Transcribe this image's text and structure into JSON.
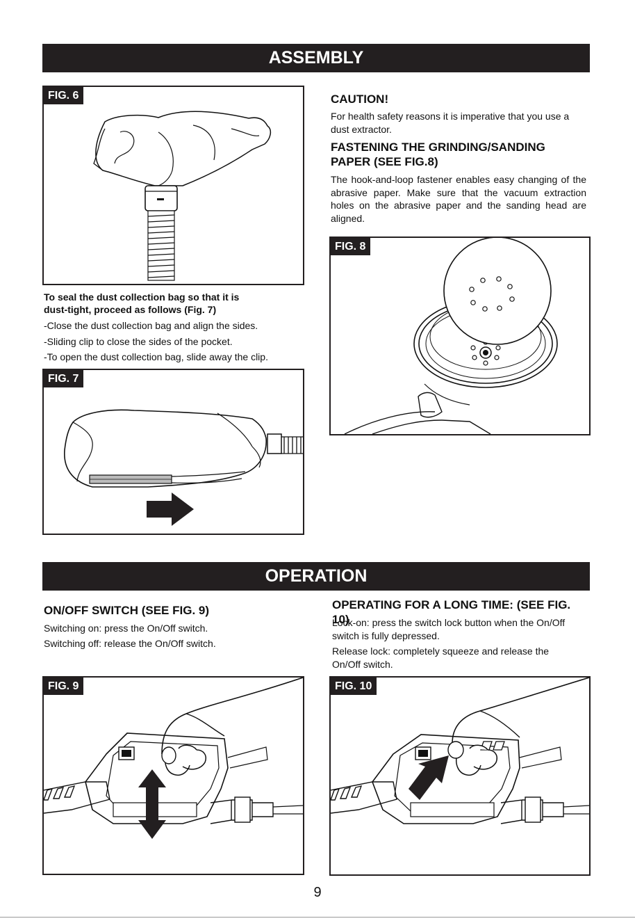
{
  "assembly": {
    "title": "ASSEMBLY",
    "fig6_label": "FIG. 6",
    "fig7_label": "FIG. 7",
    "fig8_label": "FIG. 8",
    "seal_heading_1": "To seal the dust collection bag so that it is",
    "seal_heading_2": "dust-tight, proceed as follows (Fig. 7)",
    "step_1": "-Close the dust collection bag and align the sides.",
    "step_2": "-Sliding clip to close the sides of the pocket.",
    "step_3": "-To open the dust collection bag, slide away the clip.",
    "caution_heading": "CAUTION!",
    "caution_text": "For health safety reasons it is imperative that you use a dust extractor.",
    "fastening_heading_1": "FASTENING THE GRINDING/SANDING",
    "fastening_heading_2": "PAPER (SEE FIG.8)",
    "fastening_text": "The hook-and-loop fastener enables easy changing of the abrasive paper. Make sure that the vacuum extraction holes on the abrasive paper and the sanding head are aligned."
  },
  "operation": {
    "title": "OPERATION",
    "switch_heading": "ON/OFF SWITCH (SEE FIG. 9)",
    "switch_on": "Switching on: press the On/Off switch.",
    "switch_off": "Switching off: release the On/Off switch.",
    "long_heading": "OPERATING FOR A LONG TIME: (SEE FIG. 10)",
    "lock_on": "Lock-on: press the switch lock button when the On/Off switch is fully depressed.",
    "release_lock": "Release lock: completely squeeze and release the On/Off switch.",
    "fig9_label": "FIG. 9",
    "fig10_label": "FIG. 10"
  },
  "page_number": "9"
}
